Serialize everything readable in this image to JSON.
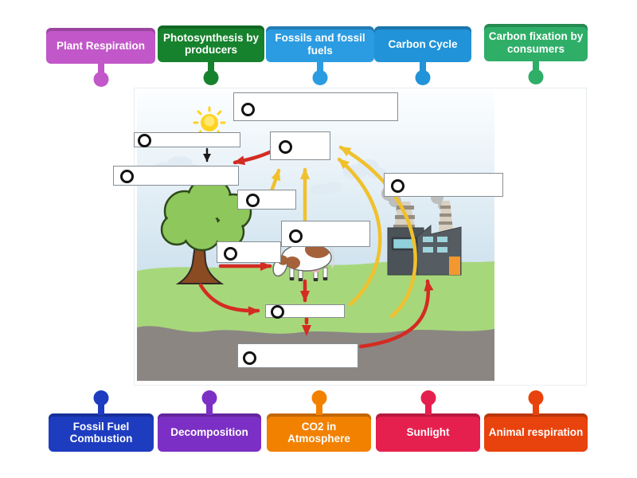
{
  "activity": {
    "type": "labelled-diagram",
    "topic": "Carbon Cycle"
  },
  "tags": {
    "top": [
      {
        "label": "Plant Respiration",
        "color": "#c257c9"
      },
      {
        "label": "Photosynthesis by producers",
        "color": "#17822d"
      },
      {
        "label": "Fossils and fossil fuels",
        "color": "#2b9ce2"
      },
      {
        "label": "Carbon Cycle",
        "color": "#2193d8"
      },
      {
        "label": "Carbon fixation by consumers",
        "color": "#2fae68"
      }
    ],
    "bottom": [
      {
        "label": "Fossil Fuel Combustion",
        "color": "#1d3cc0"
      },
      {
        "label": "Decomposition",
        "color": "#7c2fc4"
      },
      {
        "label": "CO2 in Atmosphere",
        "color": "#f28100"
      },
      {
        "label": "Sunlight",
        "color": "#e6204e"
      },
      {
        "label": "Animal respiration",
        "color": "#e9430d"
      }
    ]
  },
  "diagram": {
    "drop_zone_count": 10,
    "scene_icons": [
      "sun-icon",
      "cloud-icon",
      "tree-icon",
      "cow-icon",
      "factory-icon",
      "grass",
      "soil"
    ],
    "arrow_colors": {
      "red": "#d42b22",
      "yellow": "#f0c12e",
      "black": "#1a1a1a"
    },
    "sky_color": "#cfe2ee",
    "grass_color": "#a7d77b",
    "soil_color": "#8b8682"
  }
}
